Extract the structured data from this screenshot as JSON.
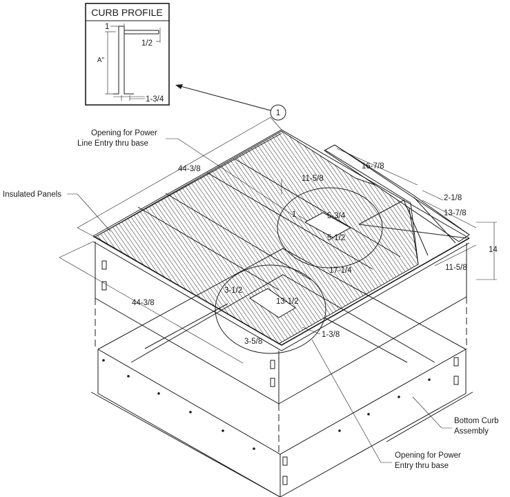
{
  "profile": {
    "title": "CURB PROFILE",
    "dim_top": "1",
    "dim_flange": "1/2",
    "dim_height": "A\"",
    "dim_bottom": "1-3/4"
  },
  "callout_marker": "1",
  "labels": {
    "opening_power_line_1": "Opening for Power",
    "opening_power_line_2": "Line Entry thru base",
    "insulated_panels": "Insulated Panels",
    "bottom_curb_1": "Bottom Curb",
    "bottom_curb_2": "Assembly",
    "opening_power_entry_1": "Opening for Power",
    "opening_power_entry_2": "Entry thru base"
  },
  "dimensions": {
    "top_left_length": "44-3/8",
    "left_side_length": "44-3/8",
    "opening_a_offset": "11-5/8",
    "width_16_7_8": "16-7/8",
    "width_2_1_8": "2-1/8",
    "width_13_7_8": "13-7/8",
    "height_14": "14",
    "lower_11_5_8": "11-5/8",
    "opening_a_1": "1",
    "opening_a_5_3_4": "5-3/4",
    "opening_a_5_1_2": "5-1/2",
    "opening_a_17_1_4": "17-1/4",
    "opening_b_3_1_2": "3-1/2",
    "opening_b_13_1_2": "13-1/2",
    "opening_b_3_5_8": "3-5/8",
    "opening_b_1_3_8": "1-3/8"
  }
}
